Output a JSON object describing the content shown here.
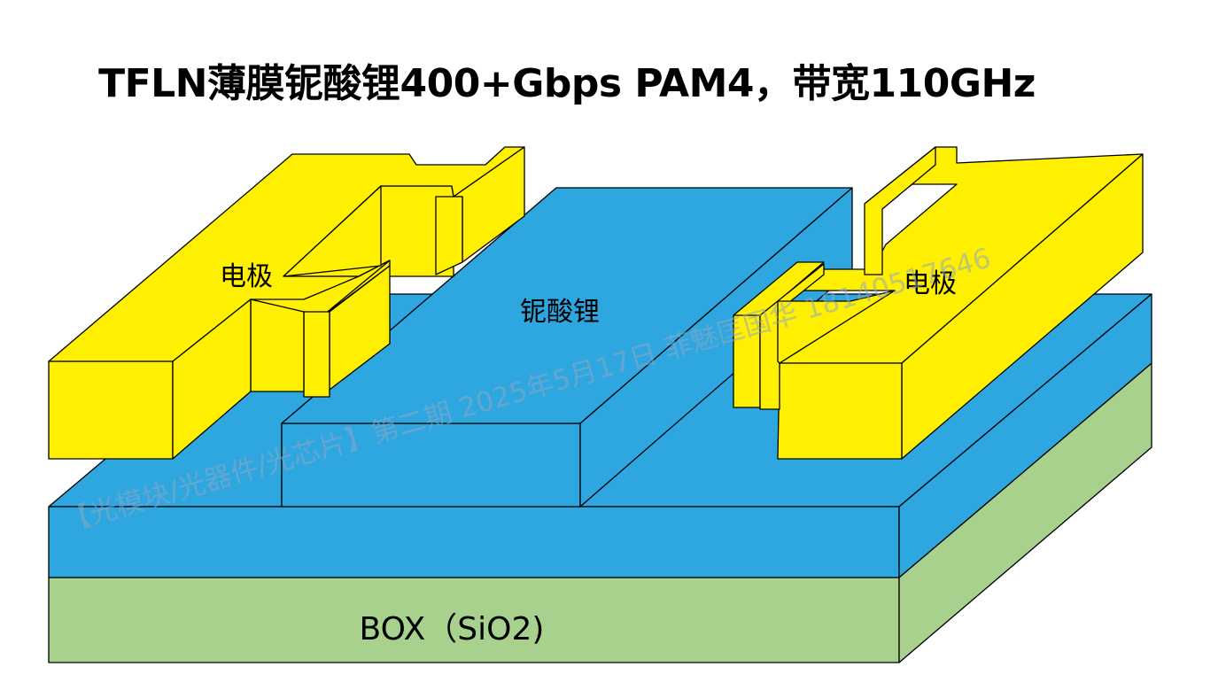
{
  "title": "TFLN薄膜铌酸锂400+Gbps PAM4，带宽110GHz",
  "labels": {
    "electrode_left": "电极",
    "electrode_right": "电极",
    "lithium_niobate": "铌酸锂",
    "box": "BOX（SiO2)"
  },
  "watermark": "【光模块/光器件/光芯片】第二期  2025年5月17日  菲魅匡国华 18140517646",
  "colors": {
    "electrode": "#ffef00",
    "lithium_niobate": "#2ea7e0",
    "box": "#a9d18e",
    "outline": "#000000"
  }
}
